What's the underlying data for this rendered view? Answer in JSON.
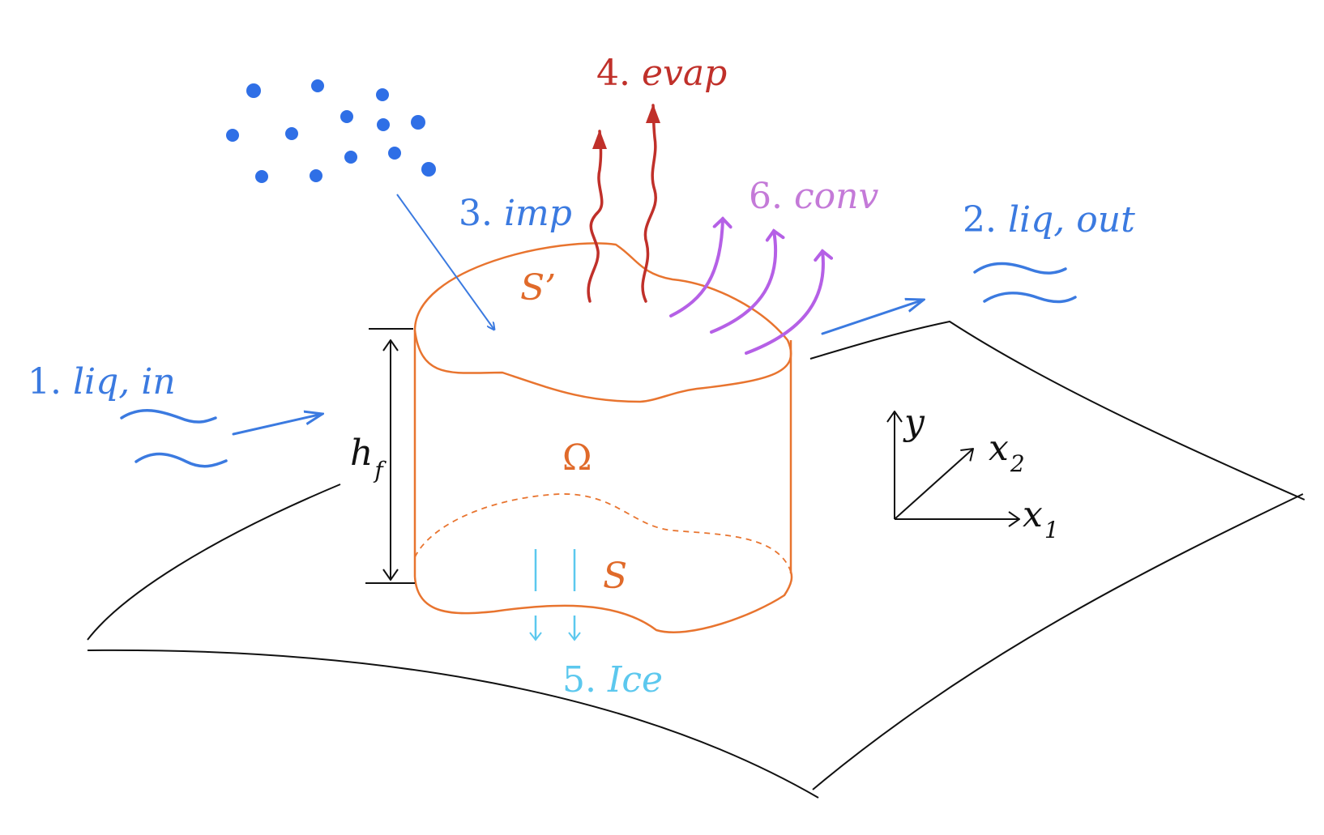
{
  "labels": {
    "liq_in_num": "1.",
    "liq_in": "liq, in",
    "liq_out_num": "2.",
    "liq_out": "liq, out",
    "imp_num": "3.",
    "imp": "imp",
    "evap_num": "4.",
    "evap": "evap",
    "ice_num": "5.",
    "ice": "Ice",
    "conv_num": "6.",
    "conv": "conv",
    "s_prime": "S’",
    "s": "S",
    "omega": "Ω",
    "hf_base": "h",
    "hf_sub": "f",
    "y_axis": "y",
    "x2_base": "x",
    "x2_sub": "2",
    "x1_base": "x",
    "x1_sub": "1"
  },
  "colors": {
    "liquid": "#3b7ae0",
    "droplet": "#2f6fe6",
    "evap": "#c0302a",
    "conv": "#b560e6",
    "conv_text": "#c47ad8",
    "ice": "#5cc8ee",
    "film": "#e8742f",
    "film_text": "#e06a2a",
    "ink": "#111111"
  }
}
